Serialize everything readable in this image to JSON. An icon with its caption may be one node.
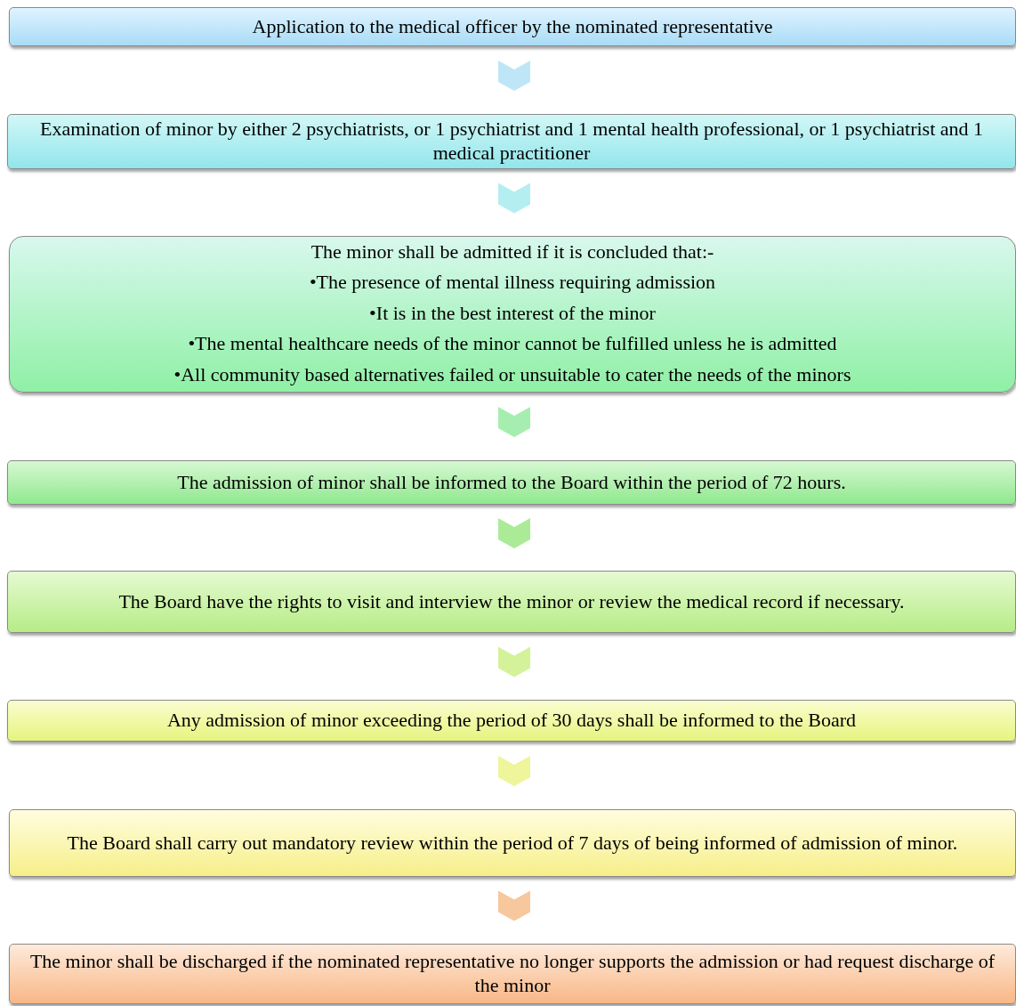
{
  "diagram": {
    "nodes": [
      {
        "text": [
          "Application to the medical officer by the nominated representative"
        ]
      },
      {
        "text": [
          "Examination of minor by either 2 psychiatrists, or 1 psychiatrist and 1 mental health professional, or 1 psychiatrist and 1 medical practitioner"
        ]
      },
      {
        "text": [
          "The minor shall be admitted if it is concluded that:-",
          "•The presence of mental illness requiring admission",
          "•It is in the best interest of the minor",
          "•The mental healthcare needs of the minor cannot be fulfilled unless he is admitted",
          "•All community based alternatives failed or unsuitable to cater the needs of the minors"
        ]
      },
      {
        "text": [
          "The admission of minor shall be informed to the Board within the period of 72 hours."
        ]
      },
      {
        "text": [
          "The Board have the rights to visit and interview the minor or review the medical record if necessary."
        ]
      },
      {
        "text": [
          "Any admission of minor exceeding the period of 30 days shall be informed to the Board"
        ]
      },
      {
        "text": [
          "The Board shall carry out mandatory review within the period of 7 days of being informed of admission of minor."
        ]
      },
      {
        "text": [
          "The minor shall be discharged if the nominated representative no longer supports the admission or had request discharge of the minor"
        ]
      }
    ],
    "edges": [
      {
        "from": 0,
        "to": 1,
        "arrow": "to",
        "color": "#bfe6f7"
      },
      {
        "from": 1,
        "to": 2,
        "arrow": "to",
        "color": "#b5eef0"
      },
      {
        "from": 2,
        "to": 3,
        "arrow": "to",
        "color": "#a6eeb0"
      },
      {
        "from": 3,
        "to": 4,
        "arrow": "to",
        "color": "#abeb98"
      },
      {
        "from": 4,
        "to": 5,
        "arrow": "to",
        "color": "#d4f29a"
      },
      {
        "from": 5,
        "to": 6,
        "arrow": "to",
        "color": "#eef59a"
      },
      {
        "from": 6,
        "to": 7,
        "arrow": "to",
        "color": "#f7c79d"
      }
    ]
  }
}
